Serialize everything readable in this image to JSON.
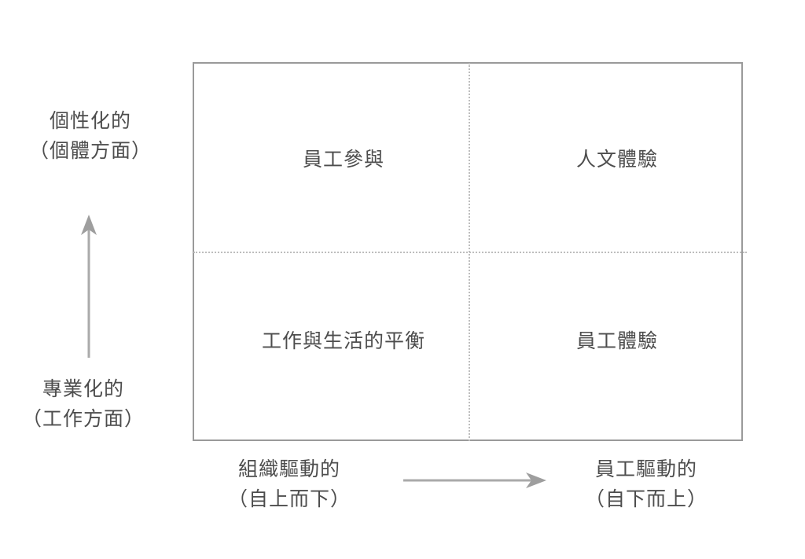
{
  "diagram": {
    "type": "2x2-matrix",
    "title": "",
    "line_color": "#9a9a9a",
    "divider_color": "#bdbdbd",
    "text_color": "#4d4d4d",
    "background": "#ffffff",
    "quadrants": [
      {
        "position": "top-left",
        "label": "員工參與"
      },
      {
        "position": "top-right",
        "label": "人文體驗"
      },
      {
        "position": "bottom-left",
        "label": "工作與生活的平衡"
      },
      {
        "position": "bottom-right",
        "label": "員工體驗"
      }
    ],
    "y_axis": {
      "direction": "up",
      "top_label_line1": "個性化的",
      "top_label_line2": "（個體方面）",
      "bottom_label_line1": "專業化的",
      "bottom_label_line2": "（工作方面）",
      "arrow": "arrow-up-icon"
    },
    "x_axis": {
      "direction": "right",
      "left_label_line1": "組織驅動的",
      "left_label_line2": "（自上而下）",
      "right_label_line1": "員工驅動的",
      "right_label_line2": "（自下而上）",
      "arrow": "arrow-right-icon"
    }
  }
}
